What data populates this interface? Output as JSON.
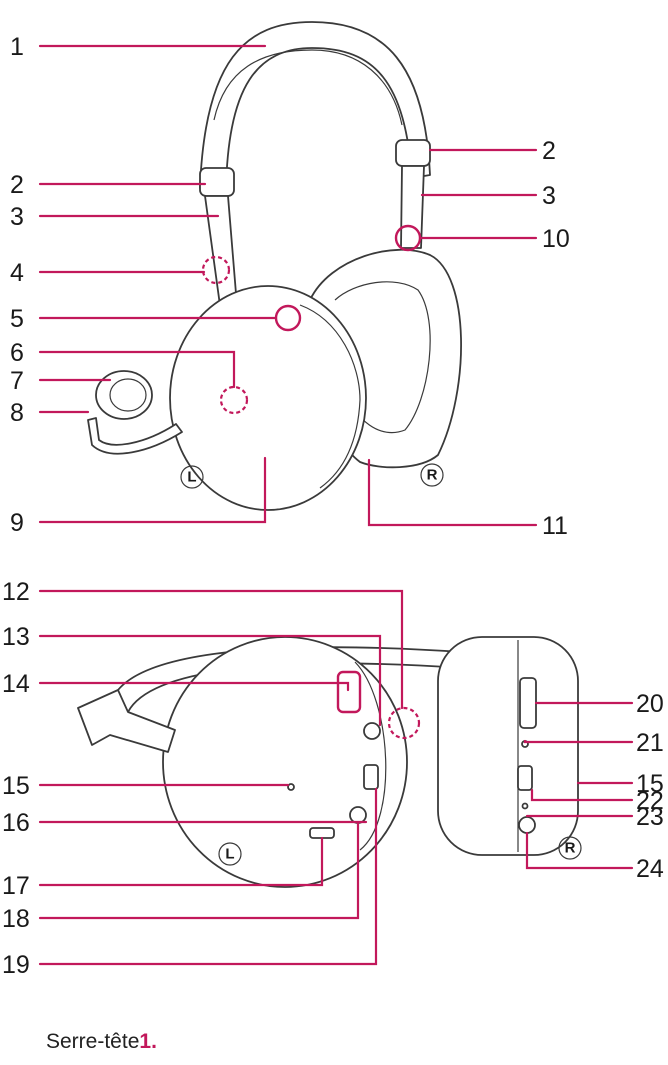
{
  "callouts": {
    "c1": "1",
    "c2a": "2",
    "c2b": "2",
    "c3a": "3",
    "c3b": "3",
    "c4": "4",
    "c5": "5",
    "c6": "6",
    "c7": "7",
    "c8": "8",
    "c9": "9",
    "c10": "10",
    "c11": "11",
    "c12": "12",
    "c13": "13",
    "c14": "14",
    "c15a": "15",
    "c15b": "15",
    "c16": "16",
    "c17": "17",
    "c18": "18",
    "c19": "19",
    "c20": "20",
    "c21": "21",
    "c22": "22",
    "c23": "23",
    "c24": "24"
  },
  "side_marks": {
    "left_top": "L",
    "right_top": "R",
    "left_bottom": "L",
    "right_bottom": "R"
  },
  "caption": {
    "text": "Serre-tête",
    "number": "1",
    "suffix": "."
  },
  "colors": {
    "accent": "#c2185b",
    "line": "#3a3a3a"
  }
}
